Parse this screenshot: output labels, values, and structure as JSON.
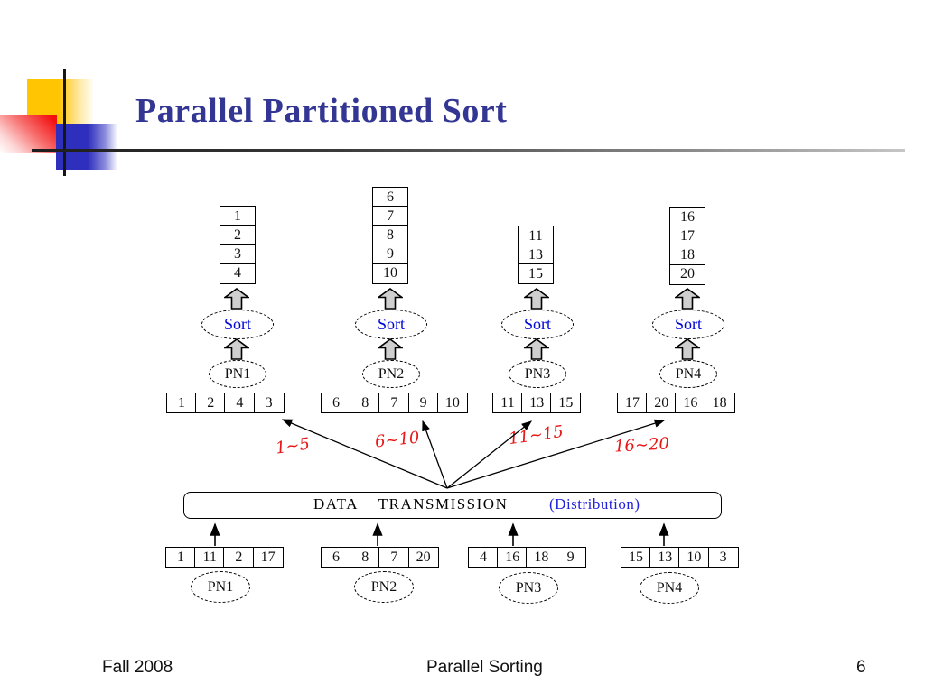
{
  "slide": {
    "title": "Parallel Partitioned Sort",
    "footer": {
      "left": "Fall 2008",
      "center": "Parallel Sorting",
      "page": "6"
    }
  },
  "diagram": {
    "sort_label": "Sort",
    "transmission": {
      "label": "DATA    TRANSMISSION",
      "sub_label": "(Distribution)"
    },
    "columns": [
      {
        "node": "PN1",
        "sorted": [
          1,
          2,
          3,
          4
        ],
        "received": [
          1,
          2,
          4,
          3
        ],
        "range": "1~5",
        "input": [
          1,
          11,
          2,
          17
        ]
      },
      {
        "node": "PN2",
        "sorted": [
          6,
          7,
          8,
          9,
          10
        ],
        "received": [
          6,
          8,
          7,
          9,
          10
        ],
        "range": "6~10",
        "input": [
          6,
          8,
          7,
          20
        ]
      },
      {
        "node": "PN3",
        "sorted": [
          11,
          13,
          15
        ],
        "received": [
          11,
          13,
          15
        ],
        "range": "11~15",
        "input": [
          4,
          16,
          18,
          9
        ]
      },
      {
        "node": "PN4",
        "sorted": [
          16,
          17,
          18,
          20
        ],
        "received": [
          17,
          20,
          16,
          18
        ],
        "range": "16~20",
        "input": [
          15,
          13,
          10,
          3
        ]
      }
    ],
    "colors": {
      "title_blue": "#333793",
      "sort_blue": "#0008d8",
      "distribution_blue": "#2222dd",
      "range_red": "#e81616",
      "block_arrow_gray": "#cfcfcf"
    }
  }
}
